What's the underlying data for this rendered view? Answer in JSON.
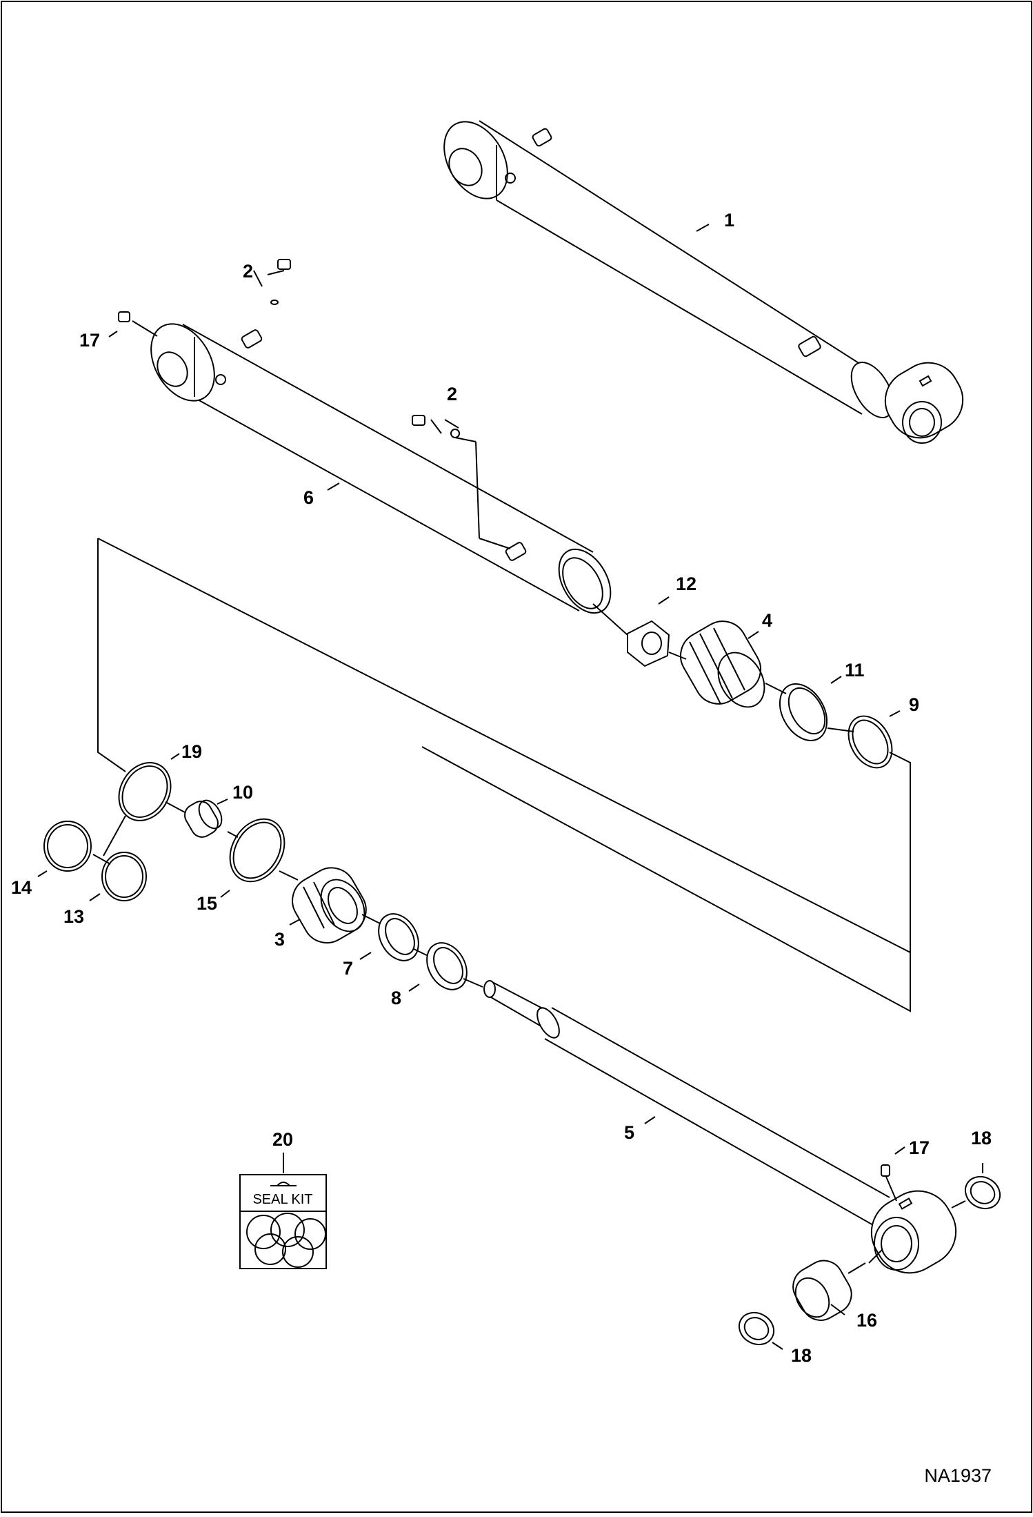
{
  "drawing_id": "NA1937",
  "seal_kit_text": "SEAL KIT",
  "callouts": {
    "c1": "1",
    "c2a": "2",
    "c2b": "2",
    "c3": "3",
    "c4": "4",
    "c5": "5",
    "c6": "6",
    "c7": "7",
    "c8": "8",
    "c9": "9",
    "c10": "10",
    "c11": "11",
    "c12": "12",
    "c13": "13",
    "c14": "14",
    "c15": "15",
    "c16": "16",
    "c17a": "17",
    "c17b": "17",
    "c18a": "18",
    "c18b": "18",
    "c19": "19",
    "c20": "20"
  }
}
